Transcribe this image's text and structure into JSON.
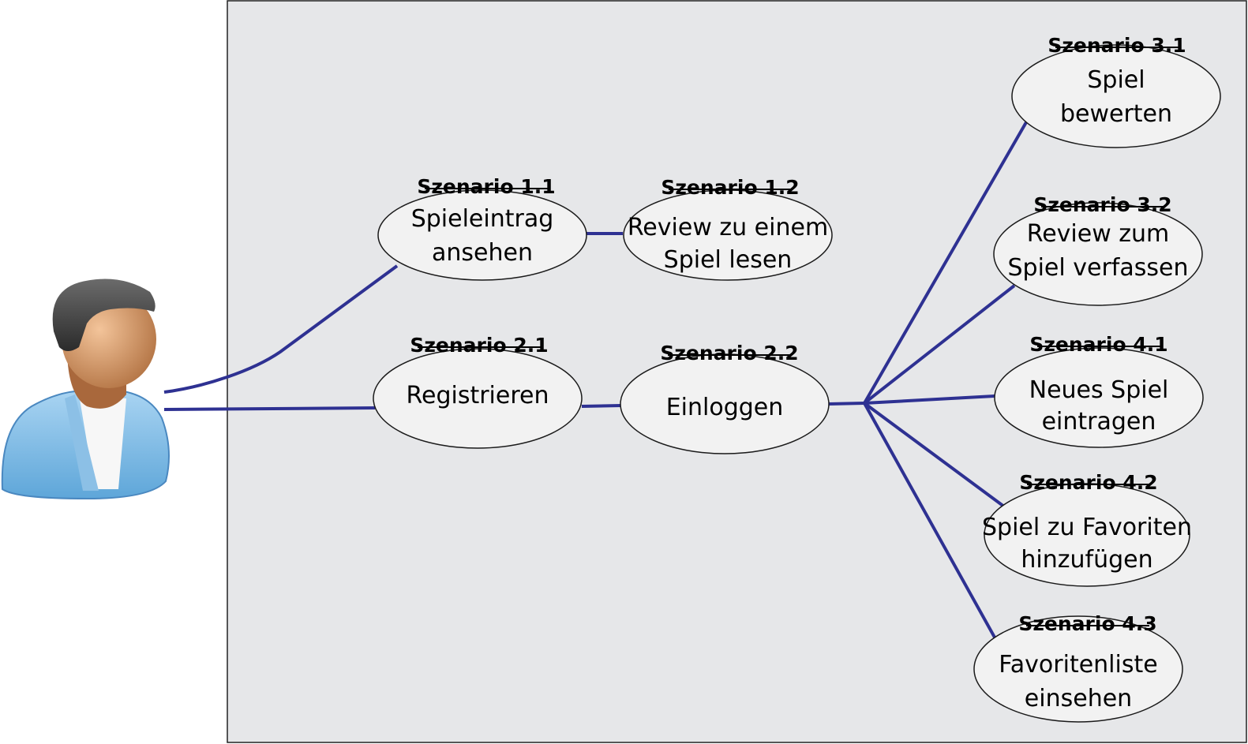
{
  "scenarios": [
    {
      "id": "1.1",
      "title": "Szenario 1.1",
      "lines": [
        "Spieleintrag",
        "ansehen"
      ]
    },
    {
      "id": "1.2",
      "title": "Szenario 1.2",
      "lines": [
        "Review zu einem",
        "Spiel lesen"
      ]
    },
    {
      "id": "2.1",
      "title": "Szenario 2.1",
      "lines": [
        "Registrieren"
      ]
    },
    {
      "id": "2.2",
      "title": "Szenario 2.2",
      "lines": [
        "Einloggen"
      ]
    },
    {
      "id": "3.1",
      "title": "Szenario 3.1",
      "lines": [
        "Spiel",
        "bewerten"
      ]
    },
    {
      "id": "3.2",
      "title": "Szenario 3.2",
      "lines": [
        "Review zum",
        "Spiel verfassen"
      ]
    },
    {
      "id": "4.1",
      "title": "Szenario 4.1",
      "lines": [
        "Neues Spiel",
        "eintragen"
      ]
    },
    {
      "id": "4.2",
      "title": "Szenario 4.2",
      "lines": [
        "Spiel zu Favoriten",
        "hinzufügen"
      ]
    },
    {
      "id": "4.3",
      "title": "Szenario 4.3",
      "lines": [
        "Favoritenliste",
        "einsehen"
      ]
    }
  ],
  "colors": {
    "connector": "#2e3192",
    "system_boundary": "#e6e7e9",
    "ellipse_fill": "#f2f2f2"
  },
  "actor_icon": "user-avatar-icon"
}
